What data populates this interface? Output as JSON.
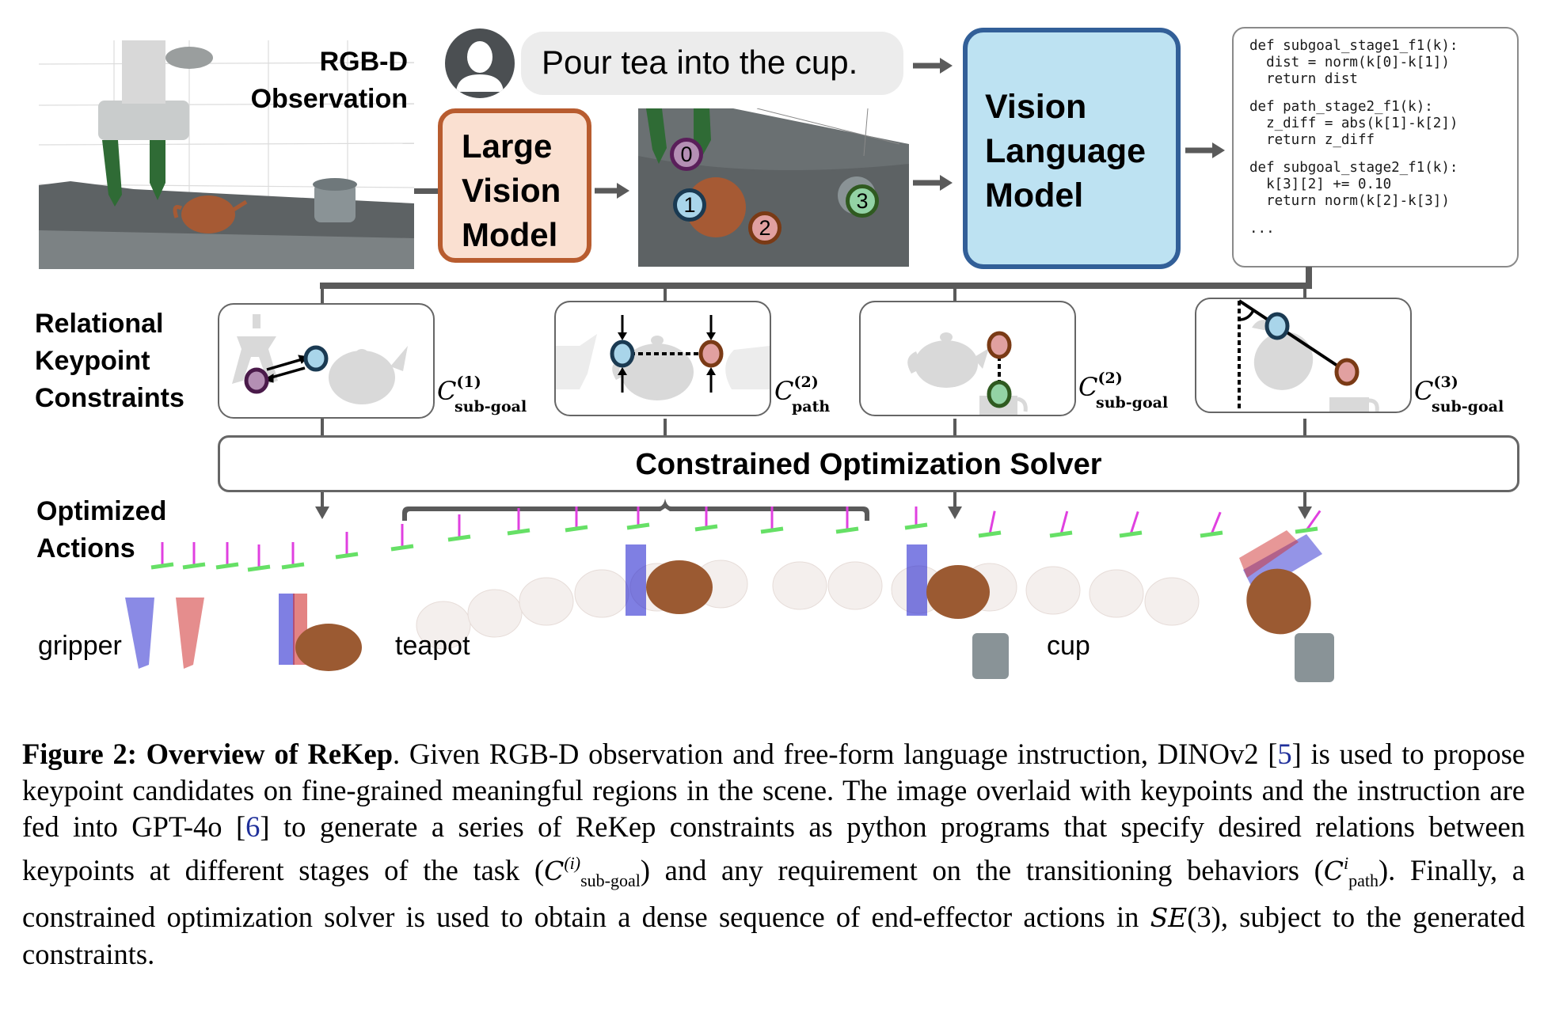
{
  "figure": {
    "observation_label": [
      "RGB-D",
      "Observation"
    ],
    "instruction": "Pour tea into the cup.",
    "lvm_label": [
      "Large",
      "Vision",
      "Model"
    ],
    "vlm_label": [
      "Vision",
      "Language",
      "Model"
    ],
    "keypoints": [
      {
        "id": "0",
        "fill": "#b48fb4",
        "ring": "#5a1f5a"
      },
      {
        "id": "1",
        "fill": "#a9d5ea",
        "ring": "#1a3a52"
      },
      {
        "id": "2",
        "fill": "#e1a0a0",
        "ring": "#7a3a15"
      },
      {
        "id": "3",
        "fill": "#93d3a5",
        "ring": "#2f5a20"
      }
    ],
    "code_lines": [
      [
        "def subgoal_stage1_f1(k):",
        "  dist = norm(k[0]-k[1])",
        "  return dist"
      ],
      [
        "def path_stage2_f1(k):",
        "  z_diff = abs(k[1]-k[2])",
        "  return z_diff"
      ],
      [
        "def subgoal_stage2_f1(k):",
        "  k[3][2] += 0.10",
        "  return norm(k[2]-k[3])"
      ],
      [
        "..."
      ]
    ],
    "constraints_label": [
      "Relational",
      "Keypoint",
      "Constraints"
    ],
    "constraints": [
      {
        "symbol": "C",
        "superscript": "(1)",
        "subscript": "sub-goal"
      },
      {
        "symbol": "C",
        "superscript": "(2)",
        "subscript": "path"
      },
      {
        "symbol": "C",
        "superscript": "(2)",
        "subscript": "sub-goal"
      },
      {
        "symbol": "C",
        "superscript": "(3)",
        "subscript": "sub-goal"
      }
    ],
    "solver_label": "Constrained Optimization Solver",
    "actions_label": [
      "Optimized",
      "Actions"
    ],
    "object_labels": {
      "gripper": "gripper",
      "teapot": "teapot",
      "cup": "cup"
    },
    "colors": {
      "lvm_fill": "#fae0d1",
      "lvm_border": "#b85c2f",
      "vlm_fill": "#bde2f2",
      "vlm_border": "#325f98",
      "connector": "#5a5a5a",
      "axis_z": "#e040e0",
      "axis_x": "#66e066",
      "gripper_left": "#2a2ad0",
      "gripper_right": "#d03030",
      "teapot": "#9b5a32",
      "cup": "#7c878c"
    }
  },
  "caption": {
    "label": "Figure 2:",
    "title": "Overview of ReKep",
    "t1": ". Given RGB-D observation and free-form language instruction, DINOv2 [",
    "ref1": "5",
    "t2": "] is used to propose keypoint candidates on fine-grained meaningful regions in the scene. The image overlaid with keypoints and the instruction are fed into GPT-4o [",
    "ref2": "6",
    "t3": "] to generate a series of ReKep constraints as python programs that specify desired relations between keypoints at different stages of the task (",
    "m1_sym": "C",
    "m1_sup": "(i)",
    "m1_sub": "sub-goal",
    "t4": ") and any requirement on the transitioning behaviors (",
    "m2_sym": "C",
    "m2_sup": "i",
    "m2_sub": "path",
    "t5": "). Finally, a constrained optimization solver is used to obtain a dense sequence of end-effector actions in ",
    "m3": "SE",
    "t6": "(3), subject to the generated constraints."
  }
}
